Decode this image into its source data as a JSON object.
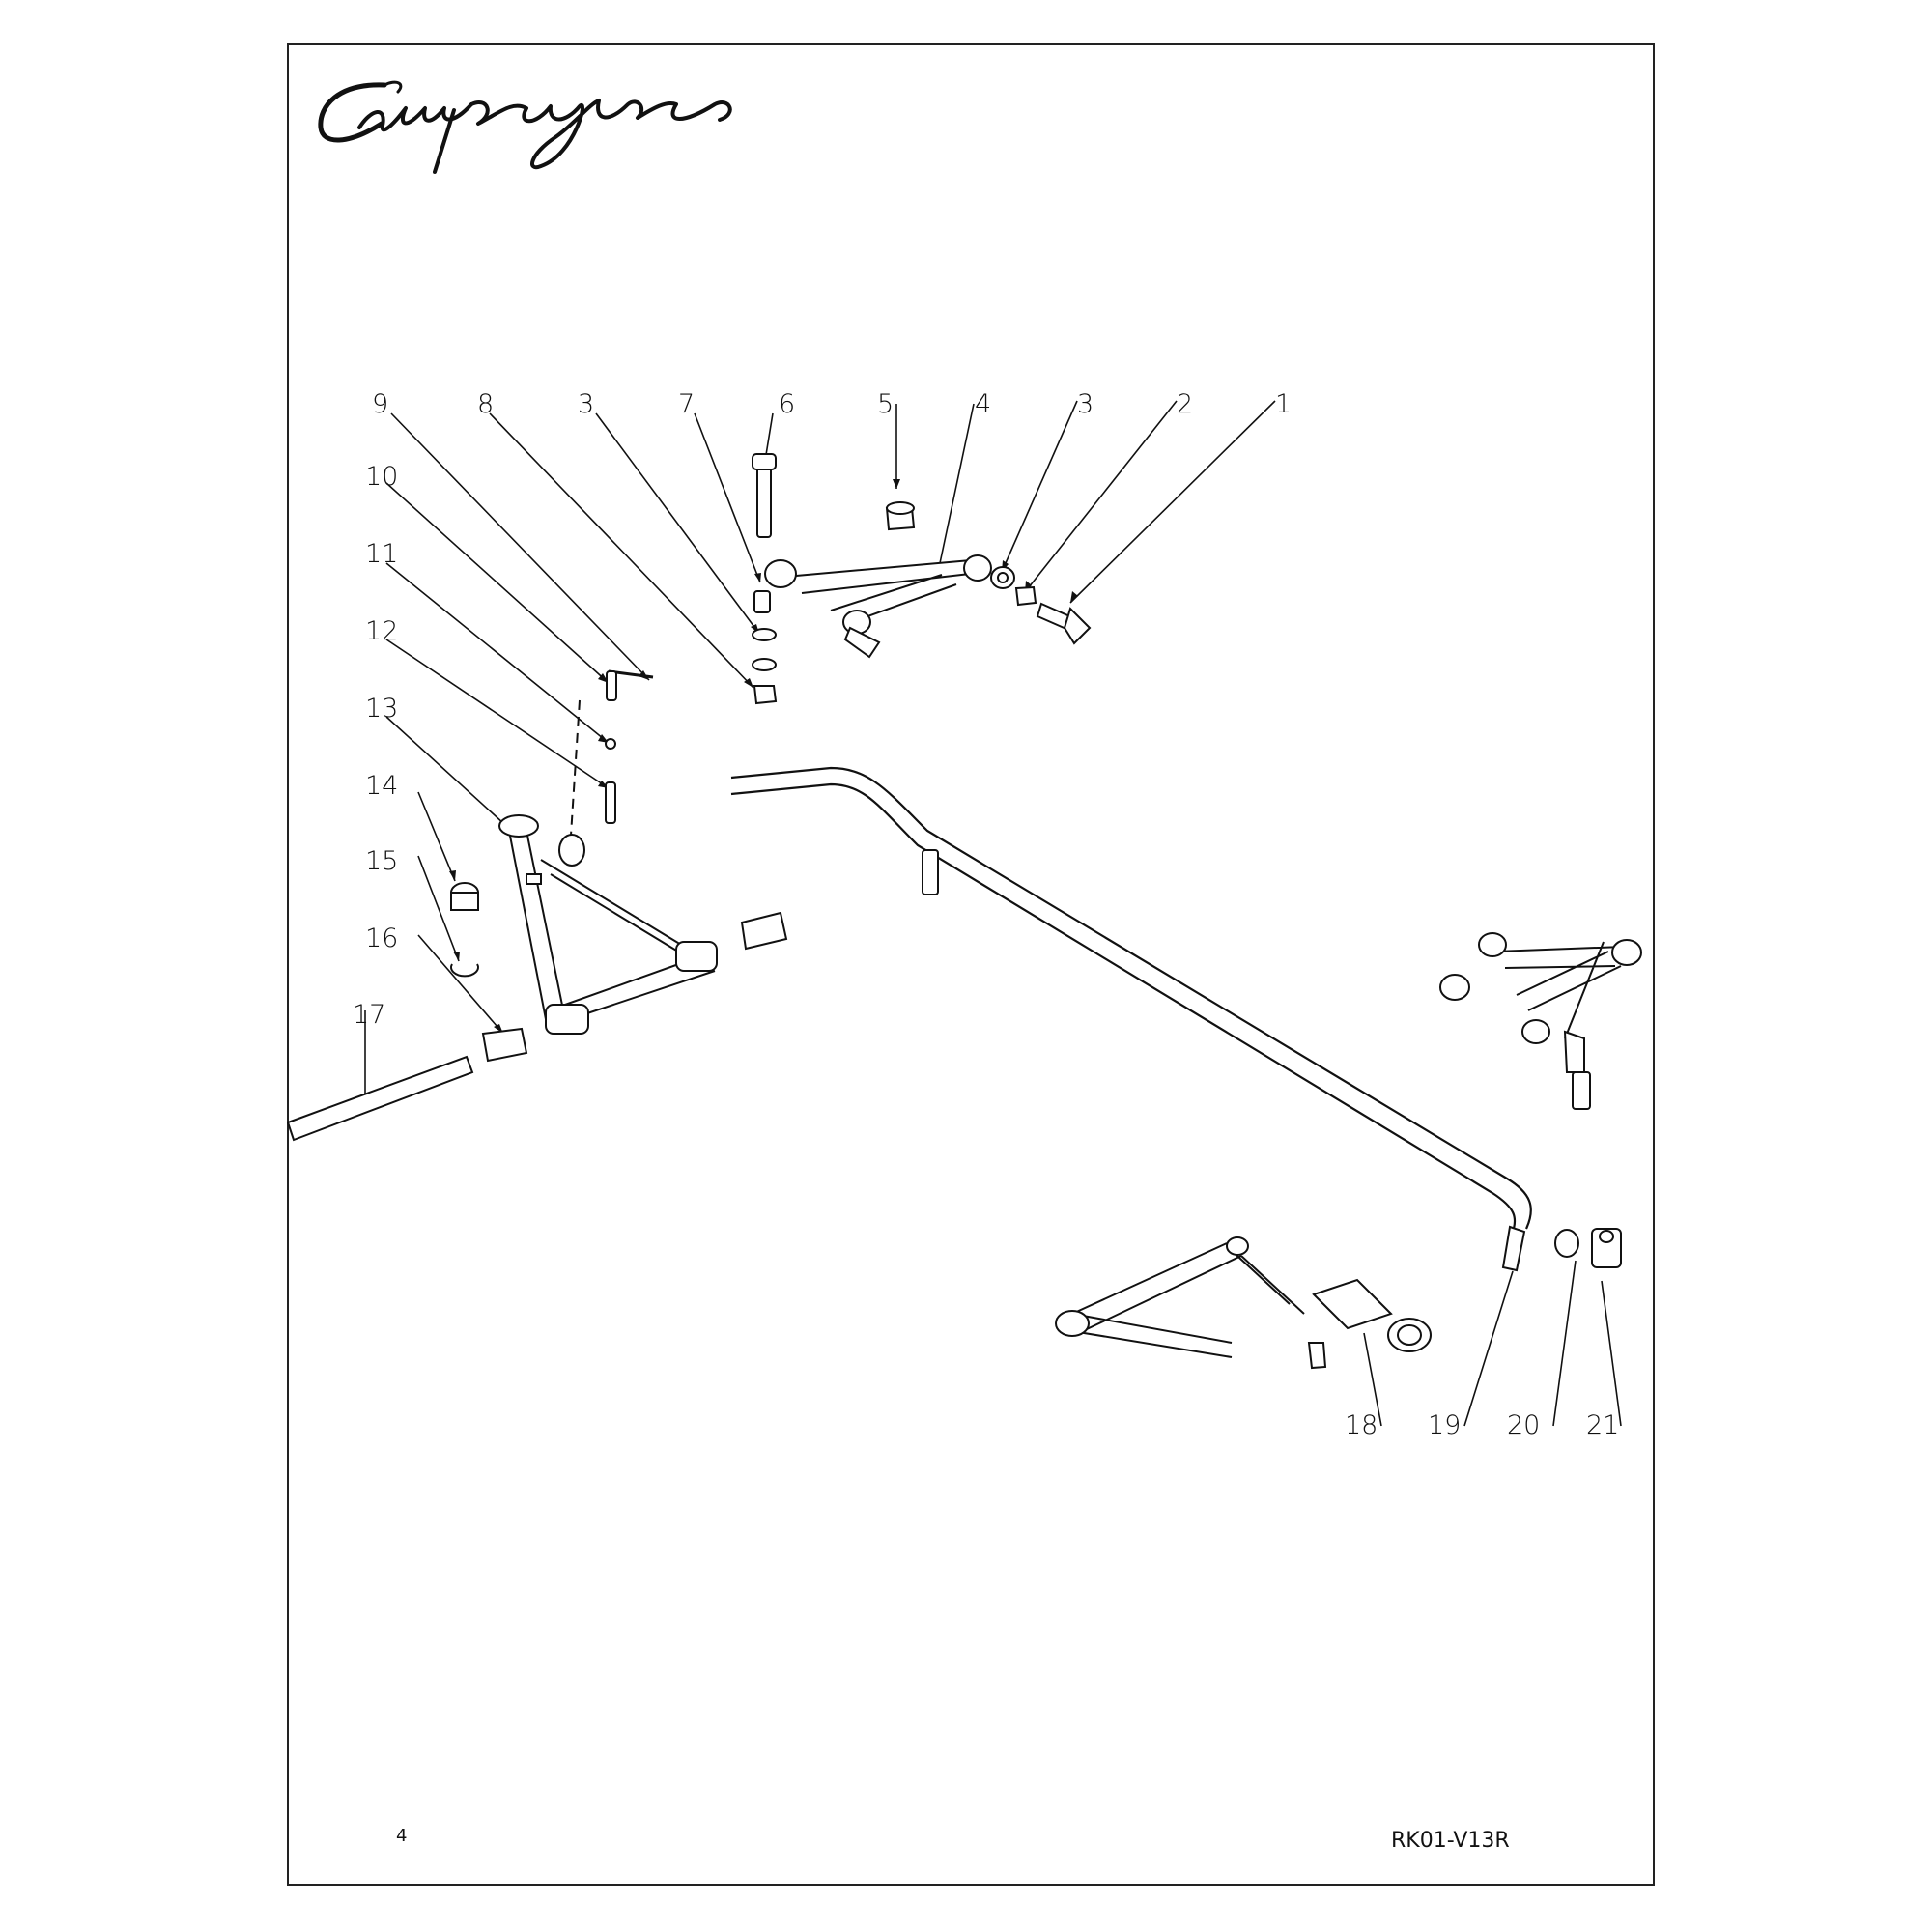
{
  "brand": {
    "logo_text": "Campagna"
  },
  "footer": {
    "page_number": "4",
    "document_code": "RK01-V13R"
  },
  "callouts": {
    "c9": "9",
    "c8": "8",
    "c3a": "3",
    "c7": "7",
    "c6": "6",
    "c5": "5",
    "c4": "4",
    "c3b": "3",
    "c2": "2",
    "c1": "1",
    "c10": "10",
    "c11": "11",
    "c12": "12",
    "c13": "13",
    "c14": "14",
    "c15": "15",
    "c16": "16",
    "c17": "17",
    "c18": "18",
    "c19": "19",
    "c20": "20",
    "c21": "21"
  }
}
